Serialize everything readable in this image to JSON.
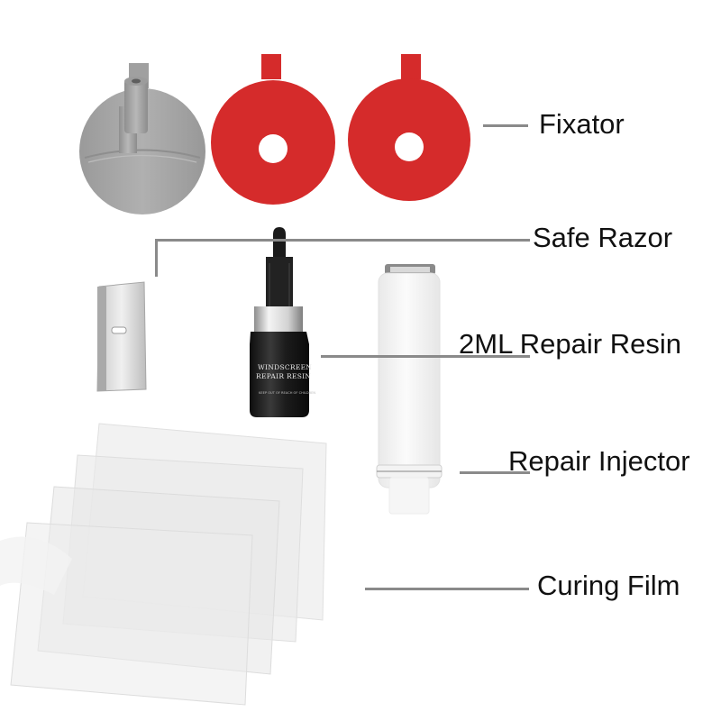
{
  "labels": {
    "fixator": "Fixator",
    "safe_razor": "Safe Razor",
    "repair_resin": "2ML Repair Resin",
    "repair_injector": "Repair Injector",
    "curing_film": "Curing Film"
  },
  "bottle": {
    "line1": "WINDSCREEN",
    "line2": "REPAIR RESIN",
    "fine_print": "KEEP OUT OF REACH OF CHILDREN"
  },
  "colors": {
    "background": "#ffffff",
    "label_text": "#111111",
    "leader_line": "#8a8a8a",
    "fixator_base": "#a3a3a3",
    "adhesive_disc": "#d52b2b",
    "bottle": "#1a1a1a"
  }
}
